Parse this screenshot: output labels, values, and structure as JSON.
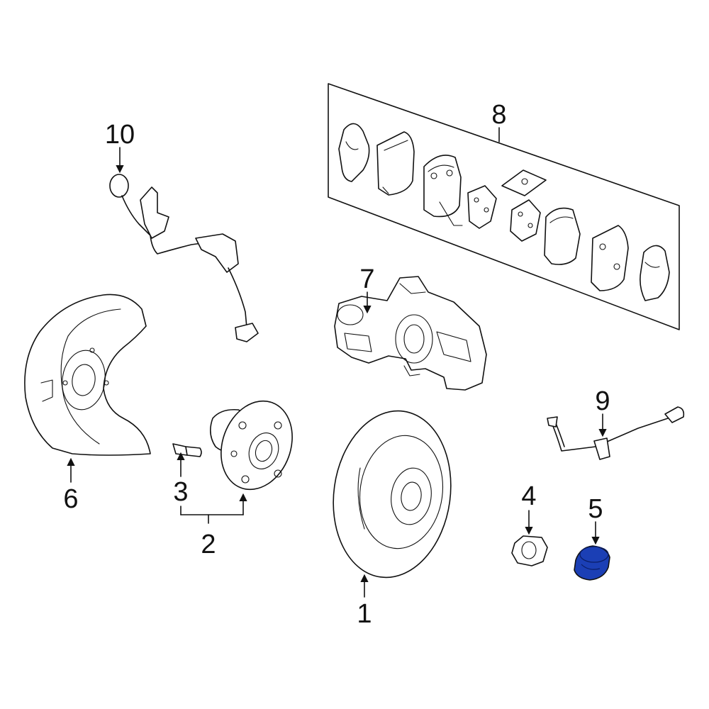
{
  "diagram": {
    "highlight_color": "#1b3fb5",
    "callouts": [
      {
        "id": "c1",
        "label": "1",
        "part": "brake rotor"
      },
      {
        "id": "c2",
        "label": "2",
        "part": "hub assembly"
      },
      {
        "id": "c3",
        "label": "3",
        "part": "wheel stud"
      },
      {
        "id": "c4",
        "label": "4",
        "part": "hub nut"
      },
      {
        "id": "c5",
        "label": "5",
        "part": "hub cap"
      },
      {
        "id": "c6",
        "label": "6",
        "part": "splash shield"
      },
      {
        "id": "c7",
        "label": "7",
        "part": "caliper"
      },
      {
        "id": "c8",
        "label": "8",
        "part": "brake pads kit"
      },
      {
        "id": "c9",
        "label": "9",
        "part": "brake hose"
      },
      {
        "id": "c10",
        "label": "10",
        "part": "abs sensor"
      }
    ]
  }
}
